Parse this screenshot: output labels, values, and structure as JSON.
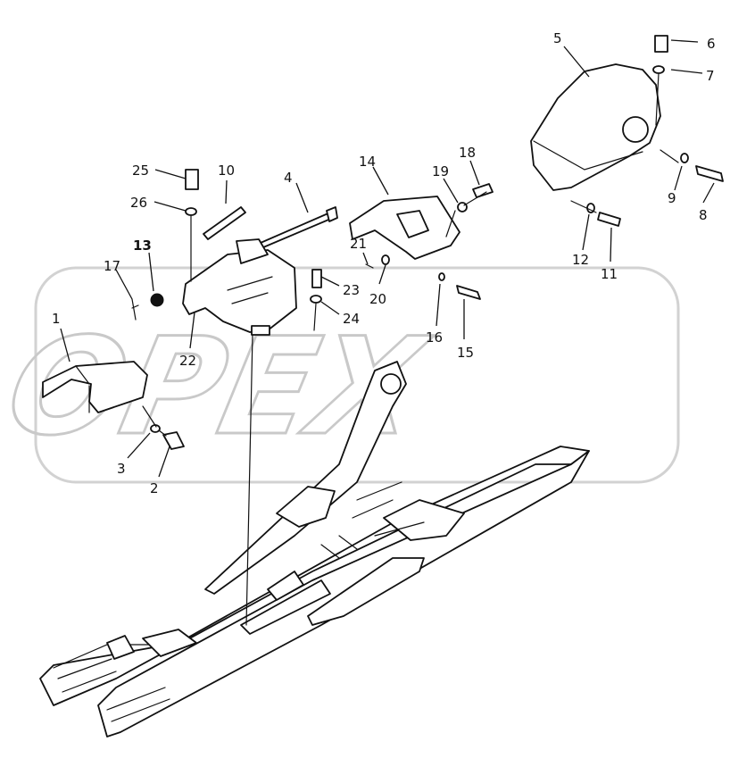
{
  "watermark": "OPEX",
  "callouts": {
    "c1": "1",
    "c2": "2",
    "c3": "3",
    "c4": "4",
    "c5": "5",
    "c6": "6",
    "c7": "7",
    "c8": "8",
    "c9": "9",
    "c10": "10",
    "c11": "11",
    "c12": "12",
    "c13": "13",
    "c14": "14",
    "c15": "15",
    "c16": "16",
    "c17": "17",
    "c18": "18",
    "c19": "19",
    "c20": "20",
    "c21": "21",
    "c22": "22",
    "c23": "23",
    "c24": "24",
    "c25": "25",
    "c26": "26"
  },
  "colors": {
    "line": "#111111",
    "watermark": "#c9c9c9",
    "background": "#ffffff"
  }
}
